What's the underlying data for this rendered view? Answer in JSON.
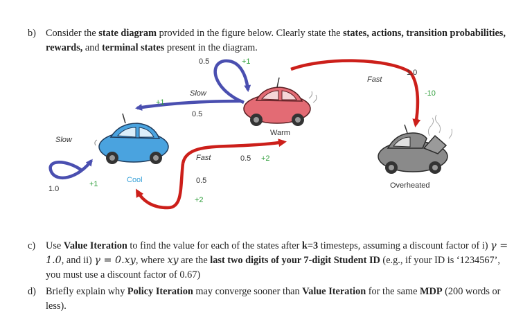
{
  "question_b": {
    "label": "b)",
    "t1": "Consider the ",
    "b1": "state diagram",
    "t2": " provided in the figure below. Clearly state the ",
    "b2": "states, actions, transition probabilities, rewards,",
    "t3": " and ",
    "b3": "terminal states",
    "t4": " present in the diagram."
  },
  "diagram": {
    "states": {
      "cool": "Cool",
      "warm": "Warm",
      "overheated": "Overheated"
    },
    "actions": {
      "slow_cool": "Slow",
      "slow_warm": "Slow",
      "fast_cool": "Fast",
      "fast_warm": "Fast"
    },
    "labels": {
      "cool_slow_prob": "1.0",
      "cool_slow_reward": "+1",
      "cool_fast_prob_back": "0.5",
      "cool_fast_reward_back": "+2",
      "cool_fast_prob_warm": "0.5",
      "cool_fast_reward_warm": "+2",
      "warm_slow_prob_self": "0.5",
      "warm_slow_reward_self": "+1",
      "warm_slow_prob_cool": "0.5",
      "warm_slow_reward_cool": "+1",
      "warm_fast_prob": "1.0",
      "warm_fast_reward": "-10"
    },
    "colors": {
      "slow": "#4a4fb0",
      "fast": "#cc1f1a",
      "reward": "#2e9e3a",
      "cool_label": "#35a0d8",
      "cool_car": "#4aa3df",
      "warm_car": "#e36b74",
      "overheated_car": "#8a8a8a"
    }
  },
  "question_c": {
    "label": "c)",
    "t1": "Use ",
    "b1": "Value Iteration",
    "t2": " to find the value for each of the states after ",
    "b2": "k=3",
    "t3": " timesteps, assuming a discount factor of i) ",
    "m1": "γ = 1.0",
    "t4": ", and ii) ",
    "m2": "γ = 0.xy",
    "t5": ", where ",
    "m3": "xy",
    "t6": " are the ",
    "b3": "last two digits of your 7-digit Student ID",
    "t7": " (e.g., if your ID is ‘1234567’, you must use a discount factor of 0.67)"
  },
  "question_d": {
    "label": "d)",
    "t1": "Briefly explain why ",
    "b1": "Policy Iteration",
    "t2": " may converge sooner than ",
    "b2": "Value Iteration",
    "t3": " for the same ",
    "b3": "MDP",
    "t4": " (200 words or less)."
  }
}
